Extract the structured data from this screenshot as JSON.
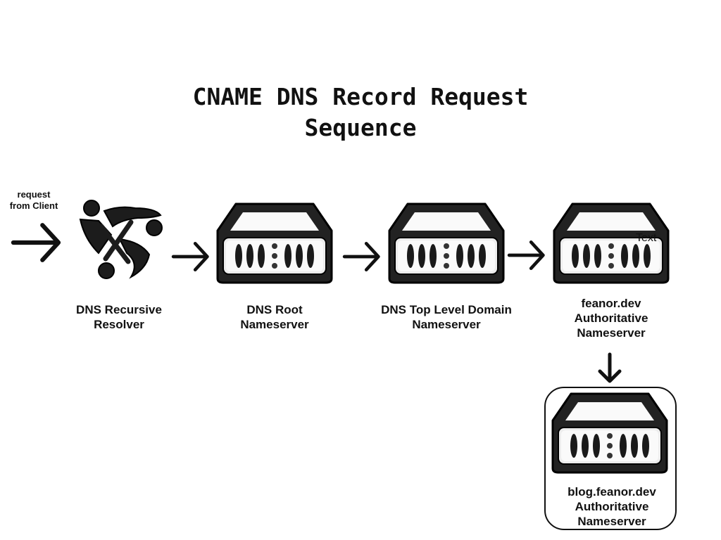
{
  "title": "CNAME DNS Record Request Sequence",
  "entry_label": {
    "line1": "request",
    "line2": "from Client"
  },
  "nodes": [
    {
      "id": "resolver",
      "line1": "DNS Recursive",
      "line2": "Resolver",
      "icon": "resolver-symbol-icon"
    },
    {
      "id": "root",
      "line1": "DNS Root",
      "line2": "Nameserver",
      "icon": "server-icon"
    },
    {
      "id": "tld",
      "line1": "DNS Top Level Domain",
      "line2": "Nameserver",
      "icon": "server-icon"
    },
    {
      "id": "feanor",
      "line1": "feanor.dev",
      "line2": "Authoritative",
      "line3": "Nameserver",
      "icon": "server-icon"
    },
    {
      "id": "blog",
      "line1": "blog.feanor.dev",
      "line2": "Authoritative",
      "line3": "Nameserver",
      "icon": "server-icon"
    }
  ],
  "stray_text": "Text"
}
